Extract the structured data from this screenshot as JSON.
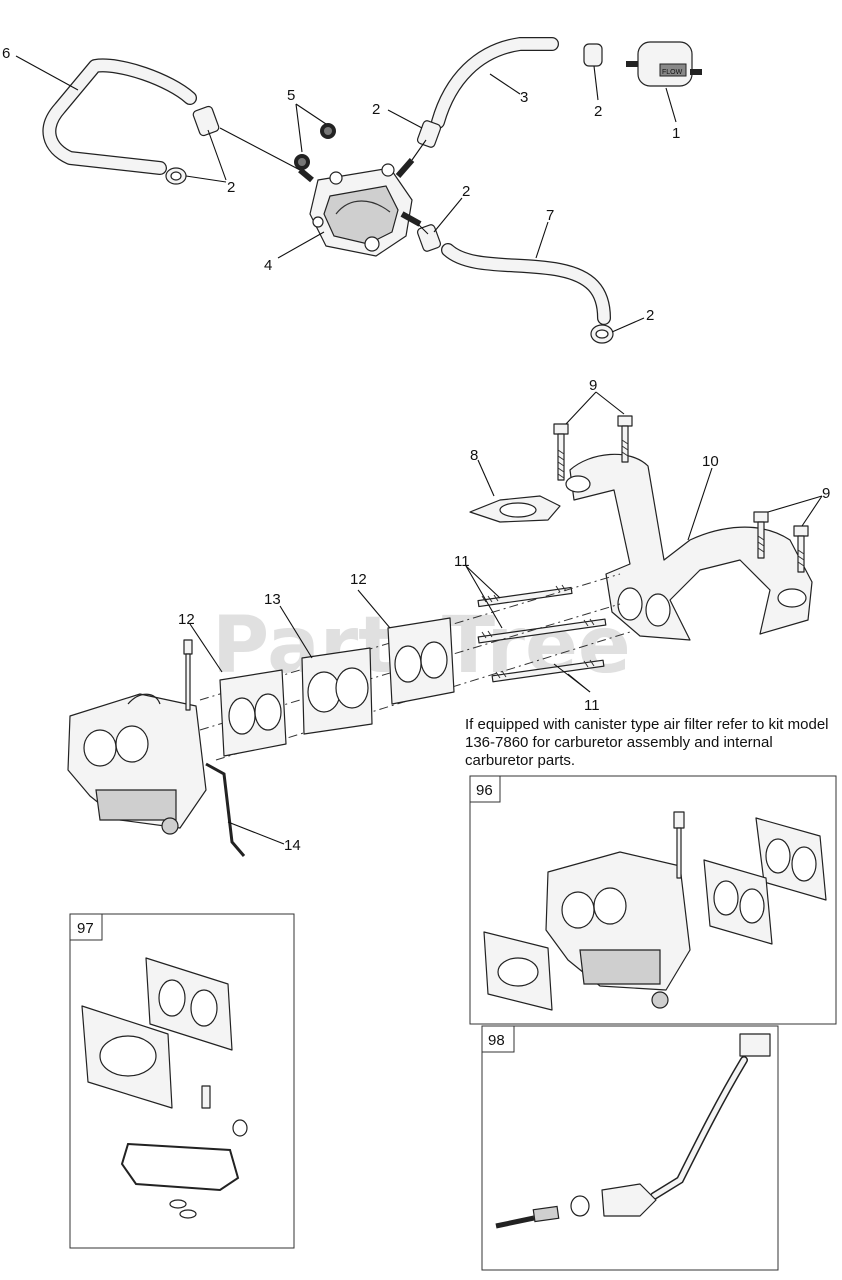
{
  "watermark": "PartsTree",
  "note": "If equipped with canister type air filter refer to kit model 136-7860 for carburetor assembly and internal carburetor parts.",
  "callouts": {
    "c1": "1",
    "c2a": "2",
    "c2b": "2",
    "c2c": "2",
    "c2d": "2",
    "c2e": "2",
    "c3": "3",
    "c4": "4",
    "c5": "5",
    "c6": "6",
    "c7": "7",
    "c8": "8",
    "c9a": "9",
    "c9b": "9",
    "c10": "10",
    "c11a": "11",
    "c11b": "11",
    "c12a": "12",
    "c12b": "12",
    "c13": "13",
    "c14": "14"
  },
  "kits": {
    "k96": "96",
    "k97": "97",
    "k98": "98"
  },
  "filter_label": "FLOW"
}
